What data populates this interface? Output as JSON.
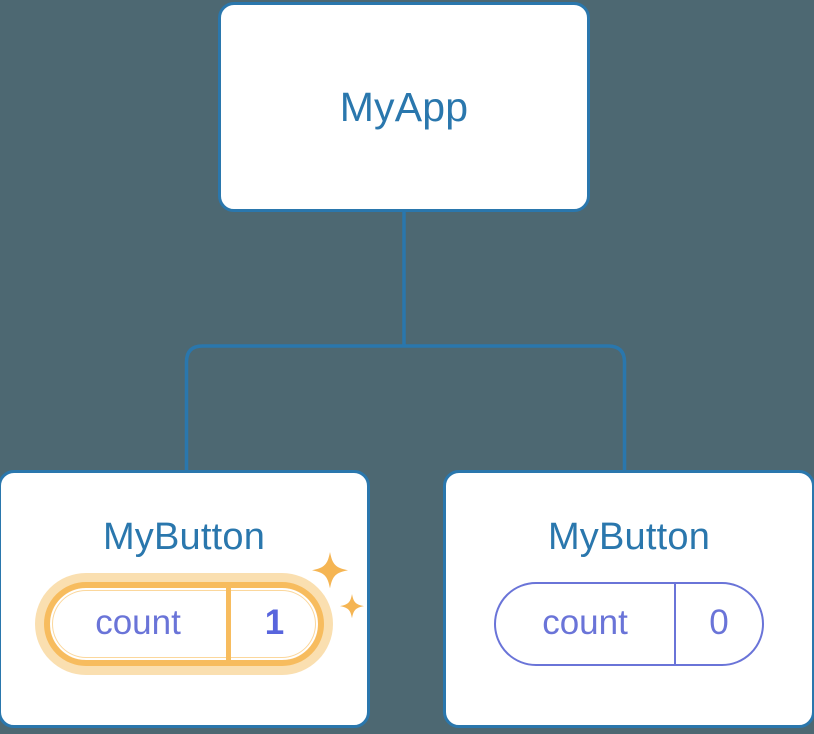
{
  "diagram": {
    "type": "component-tree",
    "background_color": "#4d6872",
    "edge_color": "#2a77ad"
  },
  "root": {
    "title": "MyApp",
    "border_color": "#2a77ad",
    "title_color": "#2a77ad",
    "background_color": "#ffffff"
  },
  "children": [
    {
      "title": "MyButton",
      "highlighted": true,
      "state": {
        "key": "count",
        "value": "1"
      },
      "pill_border_color": "#f7bc5e",
      "pill_glow_color": "#fadfb0",
      "value_color": "#5865dd",
      "key_color": "#6a74d8",
      "sparkle_color": "#f5b553",
      "sparkle_icons": [
        "sparkle-large",
        "sparkle-small"
      ]
    },
    {
      "title": "MyButton",
      "highlighted": false,
      "state": {
        "key": "count",
        "value": "0"
      },
      "pill_border_color": "#6a74d8",
      "value_color": "#6a74d8",
      "key_color": "#6a74d8"
    }
  ]
}
